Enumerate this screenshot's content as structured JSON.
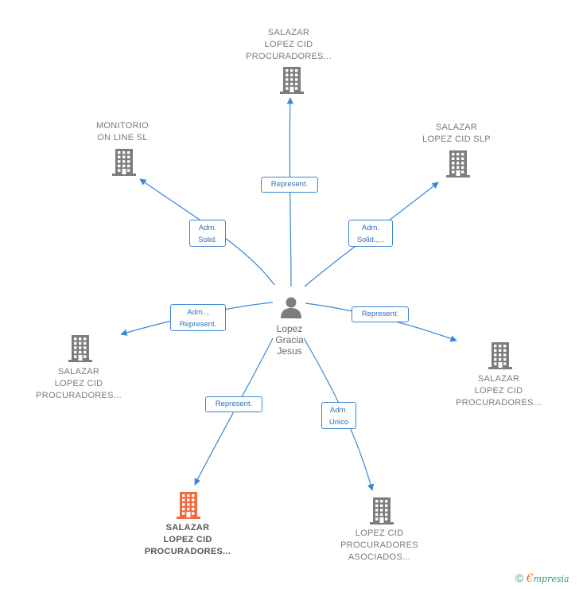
{
  "center": {
    "name_lines": [
      "Lopez",
      "Gracia",
      "Jesus"
    ],
    "icon": "person-icon"
  },
  "colors": {
    "edge": "#3a86d8",
    "building": "#7d7d7d",
    "building_highlight": "#f26a3c",
    "label_text": "#7a7a7a"
  },
  "nodes": [
    {
      "id": "n1",
      "lines": [
        "SALAZAR",
        "LOPEZ CID",
        "PROCURADORES..."
      ],
      "icon": "building-icon",
      "highlight": false
    },
    {
      "id": "n2",
      "lines": [
        "MONITORIO",
        "ON LINE SL"
      ],
      "icon": "building-icon",
      "highlight": false
    },
    {
      "id": "n3",
      "lines": [
        "SALAZAR",
        "LOPEZ CID SLP"
      ],
      "icon": "building-icon",
      "highlight": false
    },
    {
      "id": "n4",
      "lines": [
        "SALAZAR",
        "LOPEZ CID",
        "PROCURADORES..."
      ],
      "icon": "building-icon",
      "highlight": false
    },
    {
      "id": "n5",
      "lines": [
        "SALAZAR",
        "LOPEZ CID",
        "PROCURADORES..."
      ],
      "icon": "building-icon",
      "highlight": false
    },
    {
      "id": "n6",
      "lines": [
        "SALAZAR",
        "LOPEZ CID",
        "PROCURADORES..."
      ],
      "icon": "building-icon",
      "highlight": true
    },
    {
      "id": "n7",
      "lines": [
        "LOPEZ CID",
        "PROCURADORES",
        "ASOCIADOS..."
      ],
      "icon": "building-icon",
      "highlight": false
    }
  ],
  "edges": [
    {
      "to": "n1",
      "label_lines": [
        "Represent."
      ]
    },
    {
      "to": "n2",
      "label_lines": [
        "Adm.",
        "Solid."
      ]
    },
    {
      "to": "n3",
      "label_lines": [
        "Adm.",
        "Solid.,..."
      ]
    },
    {
      "to": "n4",
      "label_lines": [
        "Adm. ,",
        "Represent."
      ]
    },
    {
      "to": "n5",
      "label_lines": [
        "Represent."
      ]
    },
    {
      "to": "n6",
      "label_lines": [
        "Represent."
      ]
    },
    {
      "to": "n7",
      "label_lines": [
        "Adm.",
        "Unico"
      ]
    }
  ],
  "footer": {
    "copyright_symbol": "©",
    "brand_initial": "€",
    "brand_rest": "mpresia"
  }
}
